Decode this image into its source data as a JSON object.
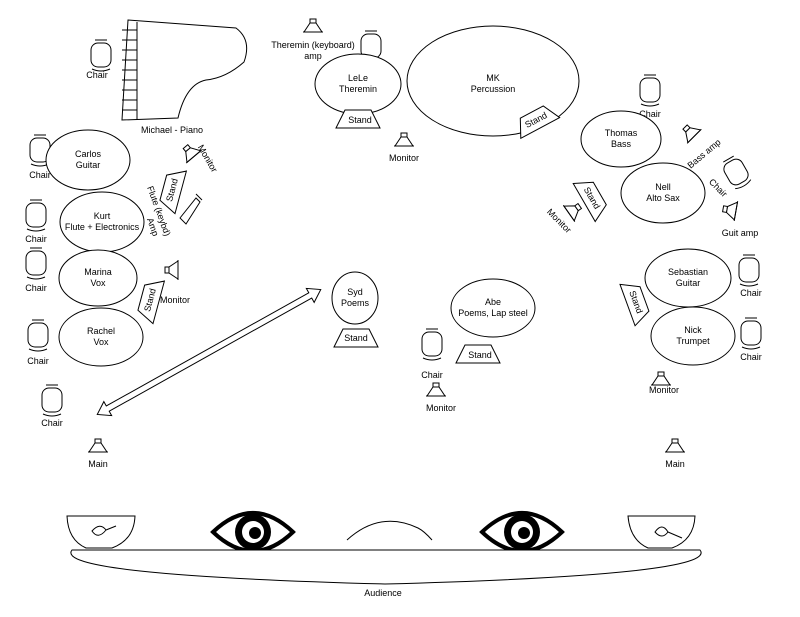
{
  "performers": [
    {
      "line1": "LeLe",
      "line2": "Theremin"
    },
    {
      "line1": "MK",
      "line2": "Percussion"
    },
    {
      "line1": "Carlos",
      "line2": "Guitar"
    },
    {
      "line1": "Kurt",
      "line2": "Flute + Electronics"
    },
    {
      "line1": "Marina",
      "line2": "Vox"
    },
    {
      "line1": "Rachel",
      "line2": "Vox"
    },
    {
      "line1": "Syd",
      "line2": "Poems"
    },
    {
      "line1": "Abe",
      "line2": "Poems, Lap steel"
    },
    {
      "line1": "Thomas",
      "line2": "Bass"
    },
    {
      "line1": "Nell",
      "line2": "Alto Sax"
    },
    {
      "line1": "Sebastian",
      "line2": "Guitar"
    },
    {
      "line1": "Nick",
      "line2": "Trumpet"
    }
  ],
  "labels": {
    "chair": "Chair",
    "stand": "Stand",
    "monitor": "Monitor",
    "main": "Main",
    "piano": "Michael - Piano",
    "theremin_amp_line1": "Theremin (keyboard)",
    "theremin_amp_line2": "amp",
    "flute_amp_line1": "Flute (keybd)",
    "flute_amp_line2": "Amp",
    "bass_amp": "Bass amp",
    "guit_amp": "Guit amp",
    "audience": "Audience"
  }
}
